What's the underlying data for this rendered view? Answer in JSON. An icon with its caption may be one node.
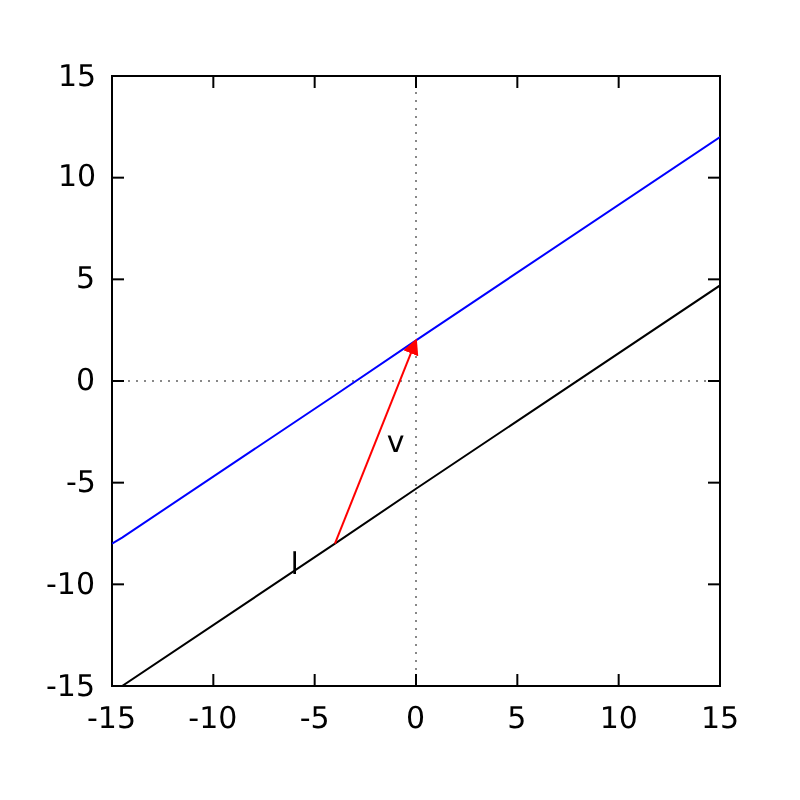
{
  "diagram": {
    "chart_data": {
      "type": "line",
      "x": [
        -15,
        -14.5,
        -4,
        0,
        15
      ],
      "series": [
        {
          "color": "#0000ff",
          "values": [
            -8,
            -7.7,
            -0.7,
            2,
            12
          ]
        },
        {
          "color": "#000000",
          "values": [
            null,
            -15,
            -8,
            -5.3,
            4.7
          ]
        },
        {
          "color": "#ff0000",
          "values": [
            null,
            null,
            -8,
            2,
            null
          ]
        }
      ],
      "xlim": [
        -15,
        15
      ],
      "ylim": [
        -15,
        15
      ],
      "xticks": [
        -15,
        -10,
        -5,
        0,
        5,
        10,
        15
      ],
      "yticks": [
        -15,
        -10,
        -5,
        0,
        5,
        10,
        15
      ],
      "annotations": [
        "v",
        "l"
      ]
    }
  }
}
